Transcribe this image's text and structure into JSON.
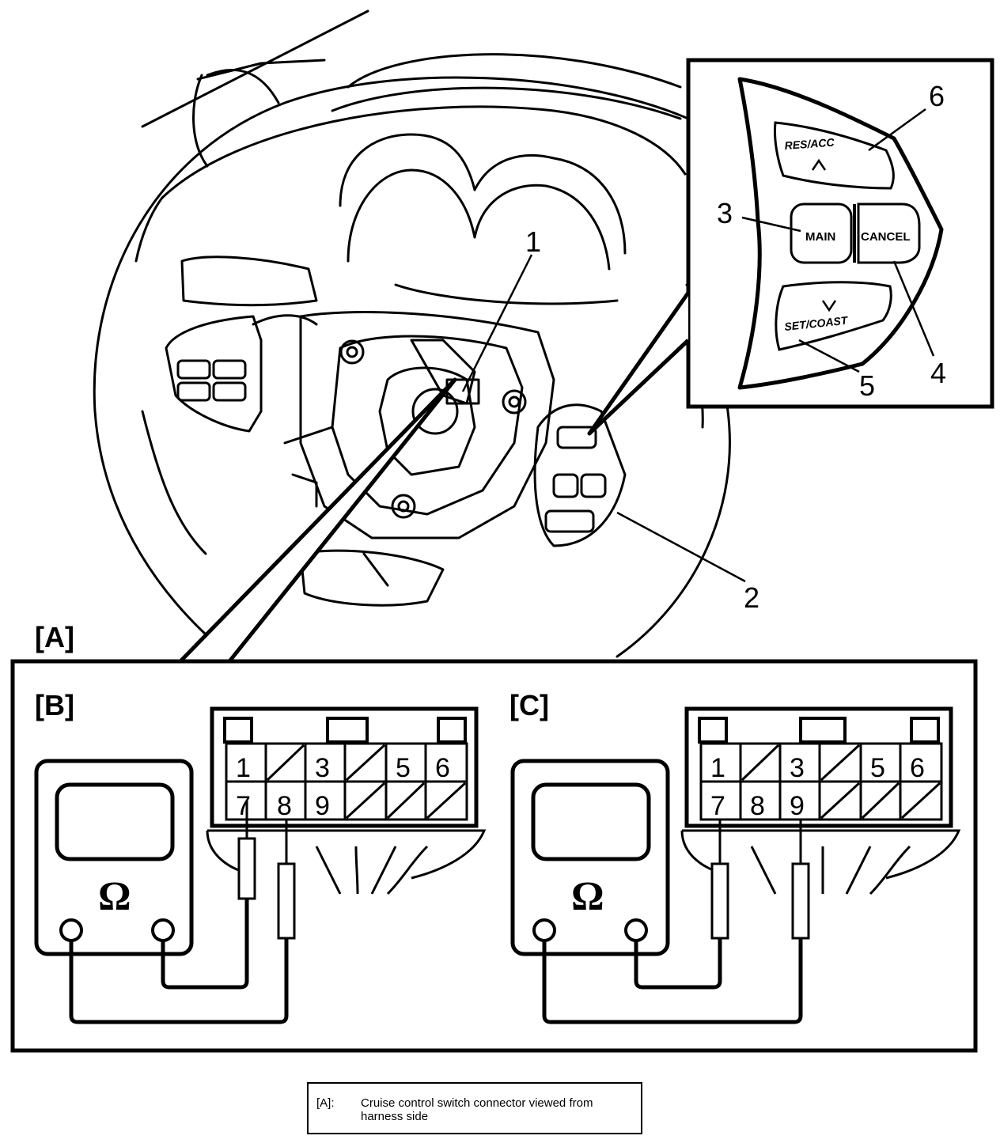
{
  "callouts": [
    "1",
    "2",
    "3",
    "4",
    "5",
    "6"
  ],
  "section_tags": {
    "a": "[A]",
    "b": "[B]",
    "c": "[C]"
  },
  "switch_buttons": {
    "res_acc": "RES/ACC",
    "main": "MAIN",
    "cancel": "CANCEL",
    "set_coast": "SET/COAST"
  },
  "meter_symbol": "Ω",
  "connector_b": {
    "top_row": [
      "1",
      "",
      "3",
      "",
      "5",
      "6"
    ],
    "bottom_row": [
      "7",
      "8",
      "9",
      "",
      "",
      ""
    ],
    "probed_pins": [
      "7",
      "8"
    ]
  },
  "connector_c": {
    "top_row": [
      "1",
      "",
      "3",
      "",
      "5",
      "6"
    ],
    "bottom_row": [
      "7",
      "8",
      "9",
      "",
      "",
      ""
    ],
    "probed_pins": [
      "7",
      "9"
    ]
  },
  "legend": {
    "key": "[A]:",
    "text": "Cruise control switch connector viewed from harness side"
  }
}
